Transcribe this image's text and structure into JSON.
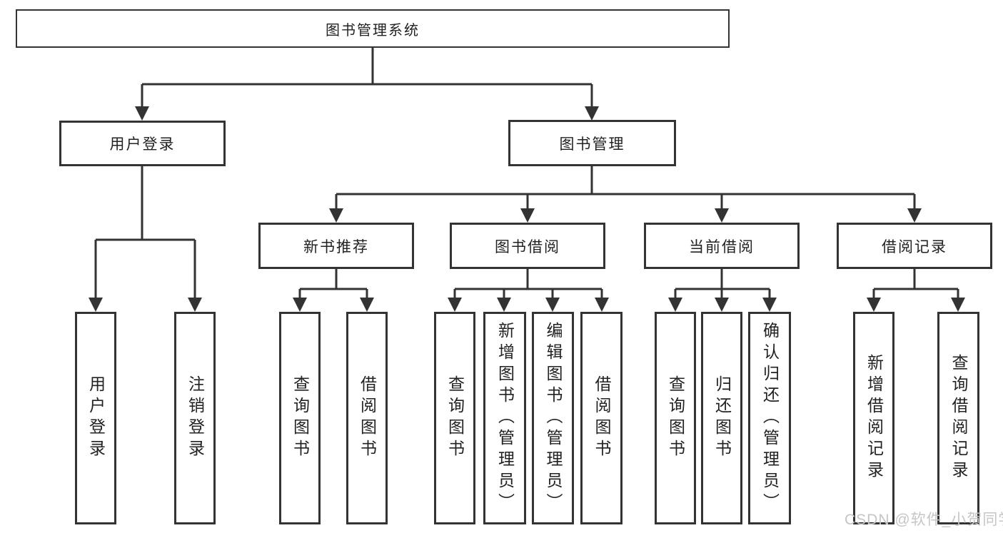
{
  "colors": {
    "line": "#333333",
    "text": "#222222",
    "watermark": "#c6c6c6",
    "background": "#ffffff"
  },
  "watermark": {
    "text": "CSDN @软件_小贺同学"
  },
  "tree": {
    "label": "图书管理系统",
    "children": [
      {
        "label": "用户登录",
        "children": [
          {
            "label": "用户登录"
          },
          {
            "label": "注销登录"
          }
        ]
      },
      {
        "label": "图书管理",
        "children": [
          {
            "label": "新书推荐",
            "children": [
              {
                "label": "查询图书"
              },
              {
                "label": "借阅图书"
              }
            ]
          },
          {
            "label": "图书借阅",
            "children": [
              {
                "label": "查询图书"
              },
              {
                "label": "新增图书（管理员）"
              },
              {
                "label": "编辑图书（管理员）"
              },
              {
                "label": "借阅图书"
              }
            ]
          },
          {
            "label": "当前借阅",
            "children": [
              {
                "label": "查询图书"
              },
              {
                "label": "归还图书"
              },
              {
                "label": "确认归还（管理员）"
              }
            ]
          },
          {
            "label": "借阅记录",
            "children": [
              {
                "label": "新增借阅记录"
              },
              {
                "label": "查询借阅记录"
              }
            ]
          }
        ]
      }
    ]
  }
}
